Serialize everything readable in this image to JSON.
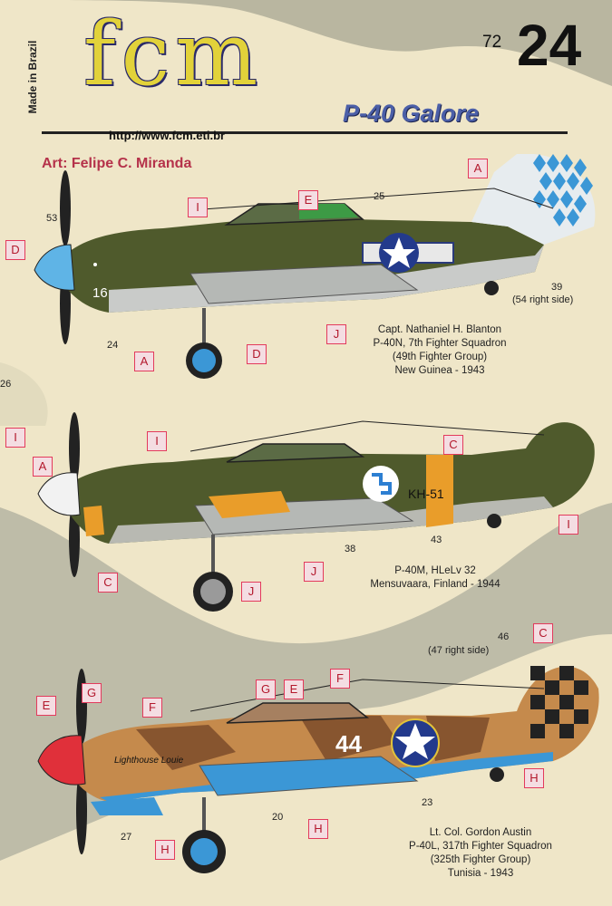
{
  "sheet": {
    "made_in": "Made in Brazil",
    "logo": "fcm",
    "scale": "72",
    "number": "24",
    "title": "P-40 Galore",
    "url": "http://www.fcm.eti.br",
    "art": "Art: Felipe C. Miranda"
  },
  "colors": {
    "olive": "#4f5a2c",
    "light_grey": "#c9cbc9",
    "blue": "#3b97d6",
    "orange": "#e99d2a",
    "tan": "#c58a4c",
    "brown": "#7b4b2a",
    "label_red": "#e33a5c"
  },
  "plane1": {
    "caption": [
      "Capt. Nathaniel H. Blanton",
      "P-40N, 7th Fighter Squadron",
      "(49th Fighter Group)",
      "New Guinea  - 1943"
    ],
    "code": "16",
    "callouts": [
      "53",
      "25",
      "24",
      "39",
      "(54 right side)"
    ],
    "tags": [
      "D",
      "I",
      "E",
      "A",
      "J",
      "A",
      "D"
    ]
  },
  "plane2": {
    "caption": [
      "P-40M, HLeLv 32",
      "Mensuvaara, Finland  - 1944"
    ],
    "code": "KH-51",
    "callouts": [
      "38",
      "43"
    ],
    "tags": [
      "I",
      "A",
      "I",
      "C",
      "C",
      "J",
      "J",
      "I"
    ]
  },
  "plane3": {
    "caption": [
      "Lt. Col. Gordon Austin",
      "P-40L, 317th Fighter Squadron",
      "(325th Fighter Group)",
      "Tunisia  - 1943"
    ],
    "code": "44",
    "nose_art": "Lighthouse Louie",
    "callouts": [
      "46",
      "(47 right side)",
      "27",
      "20",
      "23"
    ],
    "tags": [
      "C",
      "F",
      "G",
      "E",
      "E",
      "G",
      "F",
      "H",
      "H",
      "H"
    ]
  },
  "edge": {
    "number": "26"
  }
}
